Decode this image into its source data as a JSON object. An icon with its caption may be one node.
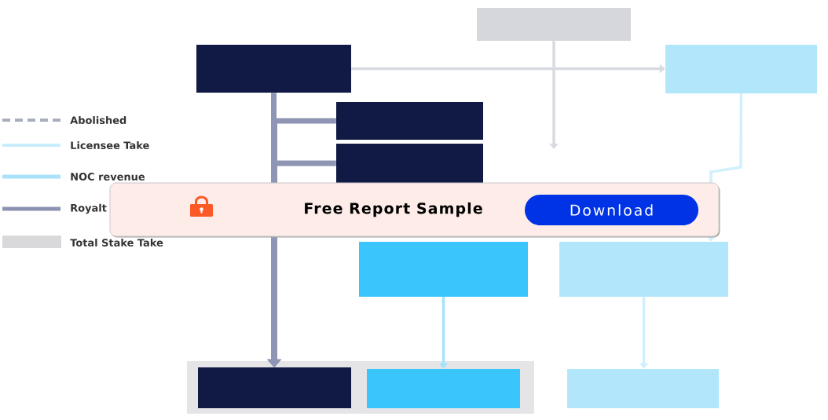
{
  "diagram": {
    "nodes": [
      {
        "text": [],
        "shape": "box"
      },
      {
        "text": [],
        "shape": "box"
      },
      {
        "text": [],
        "shape": "box"
      },
      {
        "text": [],
        "shape": "box"
      },
      {
        "text": [],
        "shape": "box"
      },
      {
        "text": [],
        "shape": "box"
      },
      {
        "text": [],
        "shape": "box"
      },
      {
        "text": [],
        "shape": "box"
      },
      {
        "text": [],
        "shape": "box",
        "in": 7
      },
      {
        "text": [],
        "shape": "box",
        "in": 7
      },
      {
        "text": [],
        "shape": "box"
      }
    ],
    "edges": [
      {
        "from": 0,
        "to": null,
        "arrow": "to",
        "color": "#d8dae1"
      },
      {
        "from": 1,
        "to": 2,
        "arrow": "to",
        "color": "#d8dae1"
      },
      {
        "from": 1,
        "to": 8,
        "arrow": "to",
        "style": "thick"
      },
      {
        "from": 3,
        "to": 8,
        "arrow": "to",
        "style": "thick"
      },
      {
        "from": 4,
        "to": 8,
        "arrow": "to",
        "style": "thick"
      },
      {
        "from": 2,
        "to": 6,
        "arrow": "to",
        "color": "#d2f0fc"
      },
      {
        "from": 5,
        "to": 9,
        "arrow": "to",
        "color": "#a8e3fa"
      },
      {
        "from": 6,
        "to": 10,
        "arrow": "to",
        "color": "#d2f0fc"
      }
    ],
    "labels": [
      "Free Report Sample",
      "Download"
    ],
    "legend": [
      {
        "text": "Abolished"
      },
      {
        "text": "Licensee Take"
      },
      {
        "text": "NOC revenue"
      },
      {
        "text": "Royalt"
      },
      {
        "text": "Total Stake Take",
        "color": "#d9d9dc"
      }
    ]
  }
}
